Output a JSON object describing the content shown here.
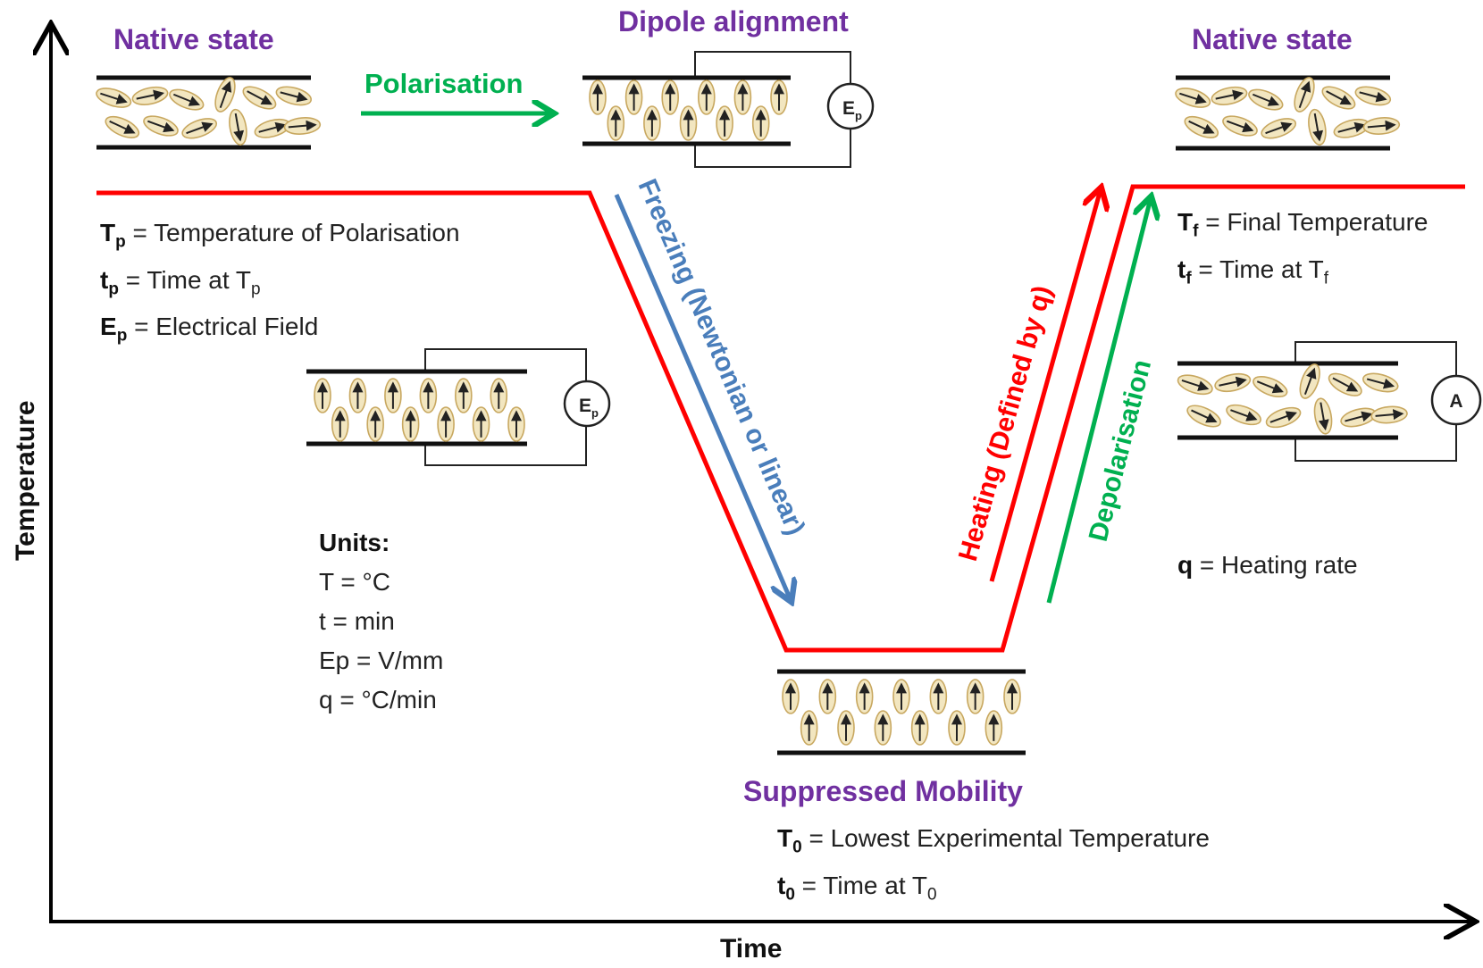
{
  "axes": {
    "x_label": "Time",
    "y_label": "Temperature"
  },
  "stages": {
    "native_left": "Native state",
    "dipole": "Dipole alignment",
    "native_right": "Native state",
    "suppressed": "Suppressed Mobility"
  },
  "process": {
    "polarisation": "Polarisation",
    "freezing": "Freezing (Newtonian or linear)",
    "heating": "Heating (Defined by q)",
    "depolarisation": "Depolarisation"
  },
  "meter_labels": {
    "field_symbol": "E",
    "field_subscript": "p",
    "ammeter": "A"
  },
  "definitions": {
    "polarisation": [
      {
        "sym": "T",
        "sub": "p",
        "text": " = Temperature  of Polarisation",
        "tail": ""
      },
      {
        "sym": "t",
        "sub": "p",
        "text": " = Time at T",
        "tail": "p"
      },
      {
        "sym": "E",
        "sub": "p",
        "text": " = Electrical  Field",
        "tail": ""
      }
    ],
    "final": [
      {
        "sym": "T",
        "sub": "f",
        "text": " = Final Temperature",
        "tail": ""
      },
      {
        "sym": "t",
        "sub": "f",
        "text": " = Time at T",
        "tail": "f"
      }
    ],
    "lowest": [
      {
        "sym": "T",
        "sub": "0",
        "text": " = Lowest  Experimental  Temperature",
        "tail": ""
      },
      {
        "sym": "t",
        "sub": "0",
        "text": " = Time at T",
        "tail": "0"
      }
    ],
    "rate": {
      "sym": "q",
      "text": " = Heating rate"
    }
  },
  "units": {
    "title": "Units:",
    "lines": [
      "T = °C",
      "t = min",
      "Ep = V/mm",
      "q = °C/min"
    ]
  },
  "colors": {
    "temperature_profile": "#ff0000",
    "polarisation_arrow": "#00b050",
    "freezing": "#4a7ebb",
    "heating": "#ff0000",
    "depolarisation": "#00b050",
    "stage_title": "#7030a0",
    "dipole_ellipse": "#f2e6c0",
    "dipole_ellipse_edge": "#c8a860"
  }
}
